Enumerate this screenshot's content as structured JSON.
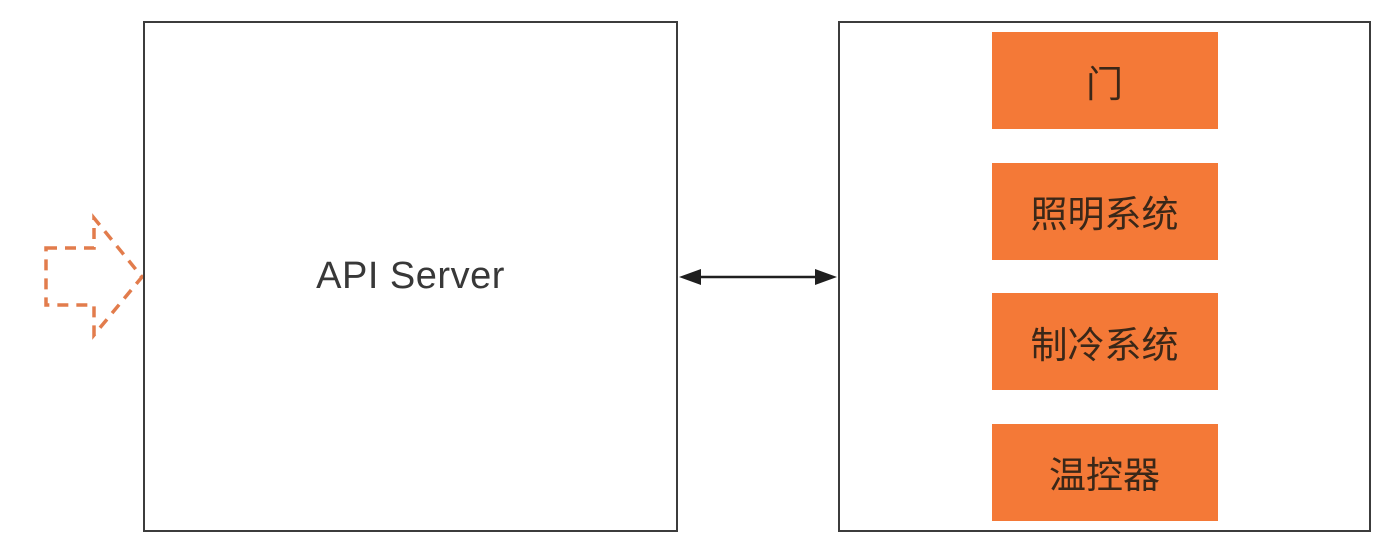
{
  "api_server": {
    "label": "API Server"
  },
  "devices": {
    "items": [
      {
        "label": "门"
      },
      {
        "label": "照明系统"
      },
      {
        "label": "制冷系统"
      },
      {
        "label": "温控器"
      }
    ]
  },
  "icons": {
    "inbound_arrow": "dashed-block-arrow-right",
    "connector": "double-headed-arrow"
  },
  "colors": {
    "device_fill": "#f47937",
    "device_text": "#3a2718",
    "box_border": "#3c3c3c",
    "api_text": "#383838",
    "dashed_arrow": "#e27c4c",
    "connector": "#1f1f1f",
    "background": "#ffffff"
  }
}
